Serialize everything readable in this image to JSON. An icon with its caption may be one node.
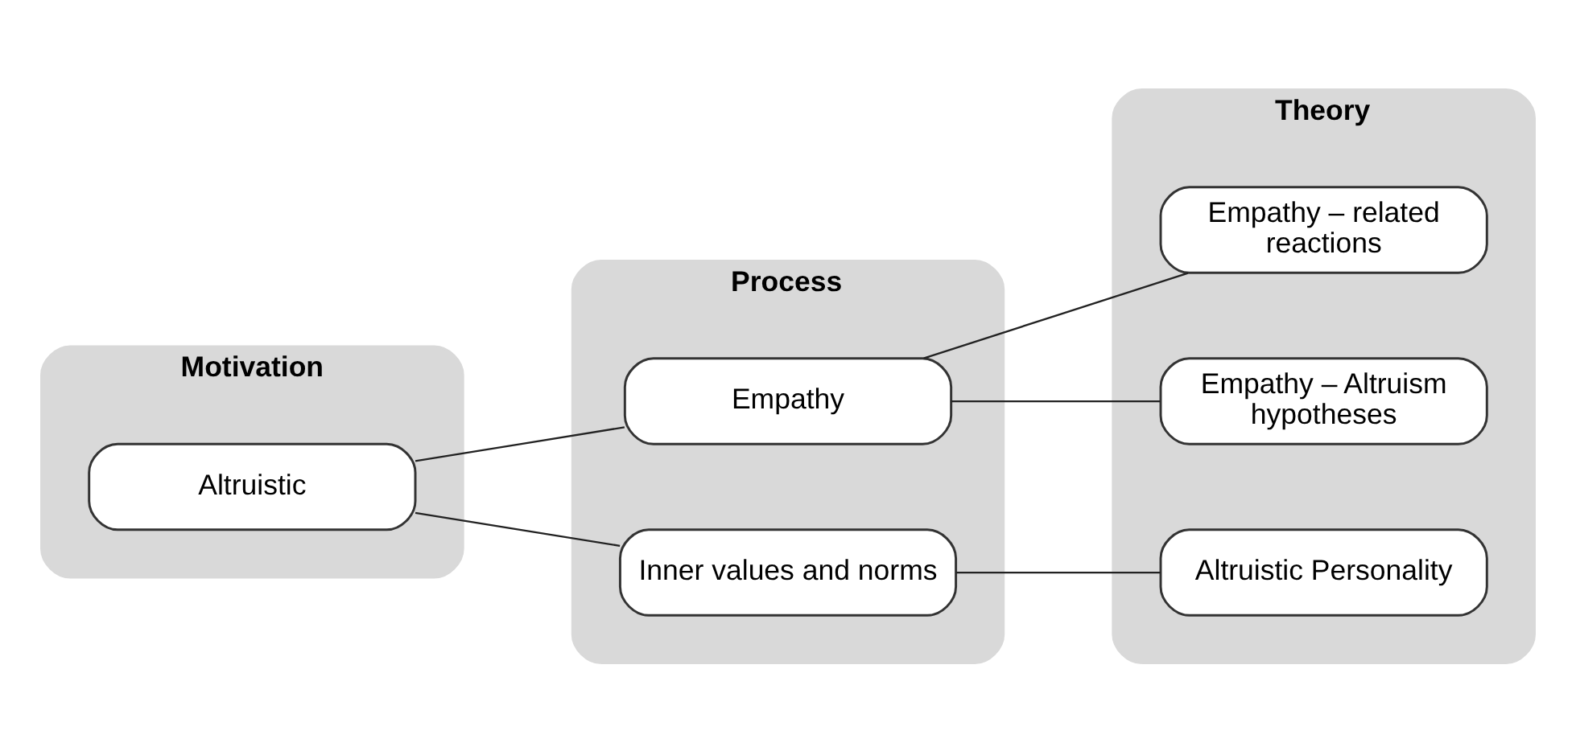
{
  "diagram": {
    "nodes": [
      {
        "text": [
          "Motivation"
        ]
      },
      {
        "text": [
          "Process"
        ]
      },
      {
        "text": [
          "Theory"
        ]
      },
      {
        "text": [
          "Altruistic"
        ],
        "in": 0
      },
      {
        "text": [
          "Empathy"
        ],
        "in": 1
      },
      {
        "text": [
          "Inner values and norms"
        ],
        "in": 1
      },
      {
        "text": [
          "Empathy – related reactions"
        ],
        "in": 2
      },
      {
        "text": [
          "Empathy – Altruism hypotheses"
        ],
        "in": 2
      },
      {
        "text": [
          "Altruistic Personality"
        ],
        "in": 2
      }
    ],
    "edges": [
      {
        "from": 3,
        "to": 4,
        "arrow": "none"
      },
      {
        "from": 3,
        "to": 5,
        "arrow": "none"
      },
      {
        "from": 4,
        "to": 6,
        "arrow": "none"
      },
      {
        "from": 4,
        "to": 7,
        "arrow": "none"
      },
      {
        "from": 5,
        "to": 8,
        "arrow": "none"
      }
    ]
  }
}
